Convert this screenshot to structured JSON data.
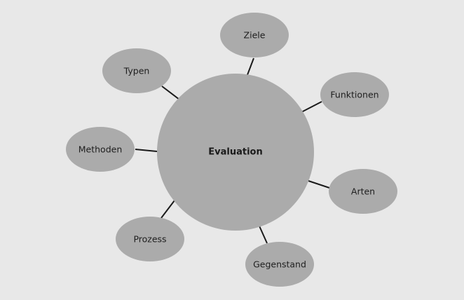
{
  "diagram": {
    "center": {
      "label": "Evaluation"
    },
    "nodes": [
      {
        "id": "ziele",
        "label": "Ziele"
      },
      {
        "id": "funktionen",
        "label": "Funktionen"
      },
      {
        "id": "arten",
        "label": "Arten"
      },
      {
        "id": "gegenstand",
        "label": "Gegenstand"
      },
      {
        "id": "prozess",
        "label": "Prozess"
      },
      {
        "id": "methoden",
        "label": "Methoden"
      },
      {
        "id": "typen",
        "label": "Typen"
      }
    ]
  },
  "colors": {
    "background": "#e8e8e8",
    "node_fill": "#ababab",
    "connector": "#1a1a1a",
    "text": "#1e1e1e"
  }
}
